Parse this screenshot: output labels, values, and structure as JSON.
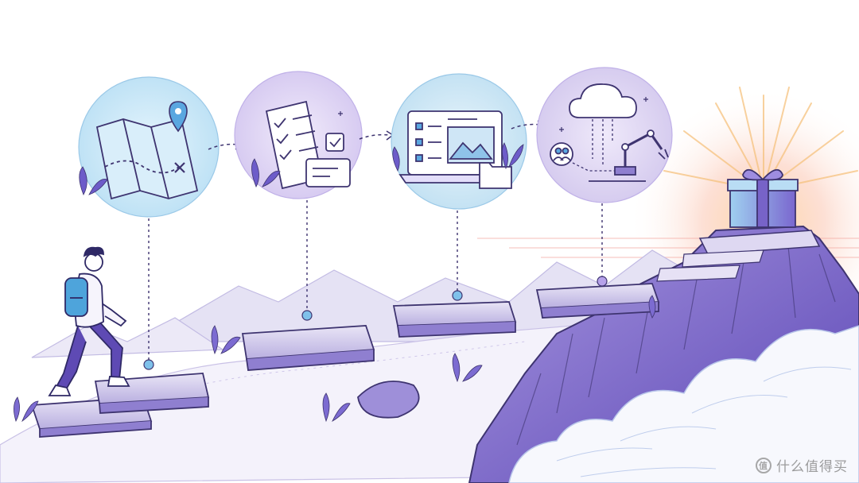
{
  "watermark": {
    "text": "什么值得买",
    "logo_icon": "zhi-logo-icon"
  },
  "colors": {
    "purple": "#6b56c4",
    "light_purple": "#d9cff2",
    "blue": "#6fb6e6",
    "light_blue": "#d4ecf8",
    "sun": "#f6b074",
    "ink": "#3e3470"
  },
  "stages": [
    {
      "name": "map",
      "icon": "folded-map-icon"
    },
    {
      "name": "checklist",
      "icon": "checklist-document-icon"
    },
    {
      "name": "laptop",
      "icon": "laptop-dashboard-icon"
    },
    {
      "name": "automation",
      "icon": "cloud-robot-arm-icon"
    }
  ],
  "goal_icon": "gift-box-icon",
  "hiker_icon": "hiker-with-backpack-icon"
}
